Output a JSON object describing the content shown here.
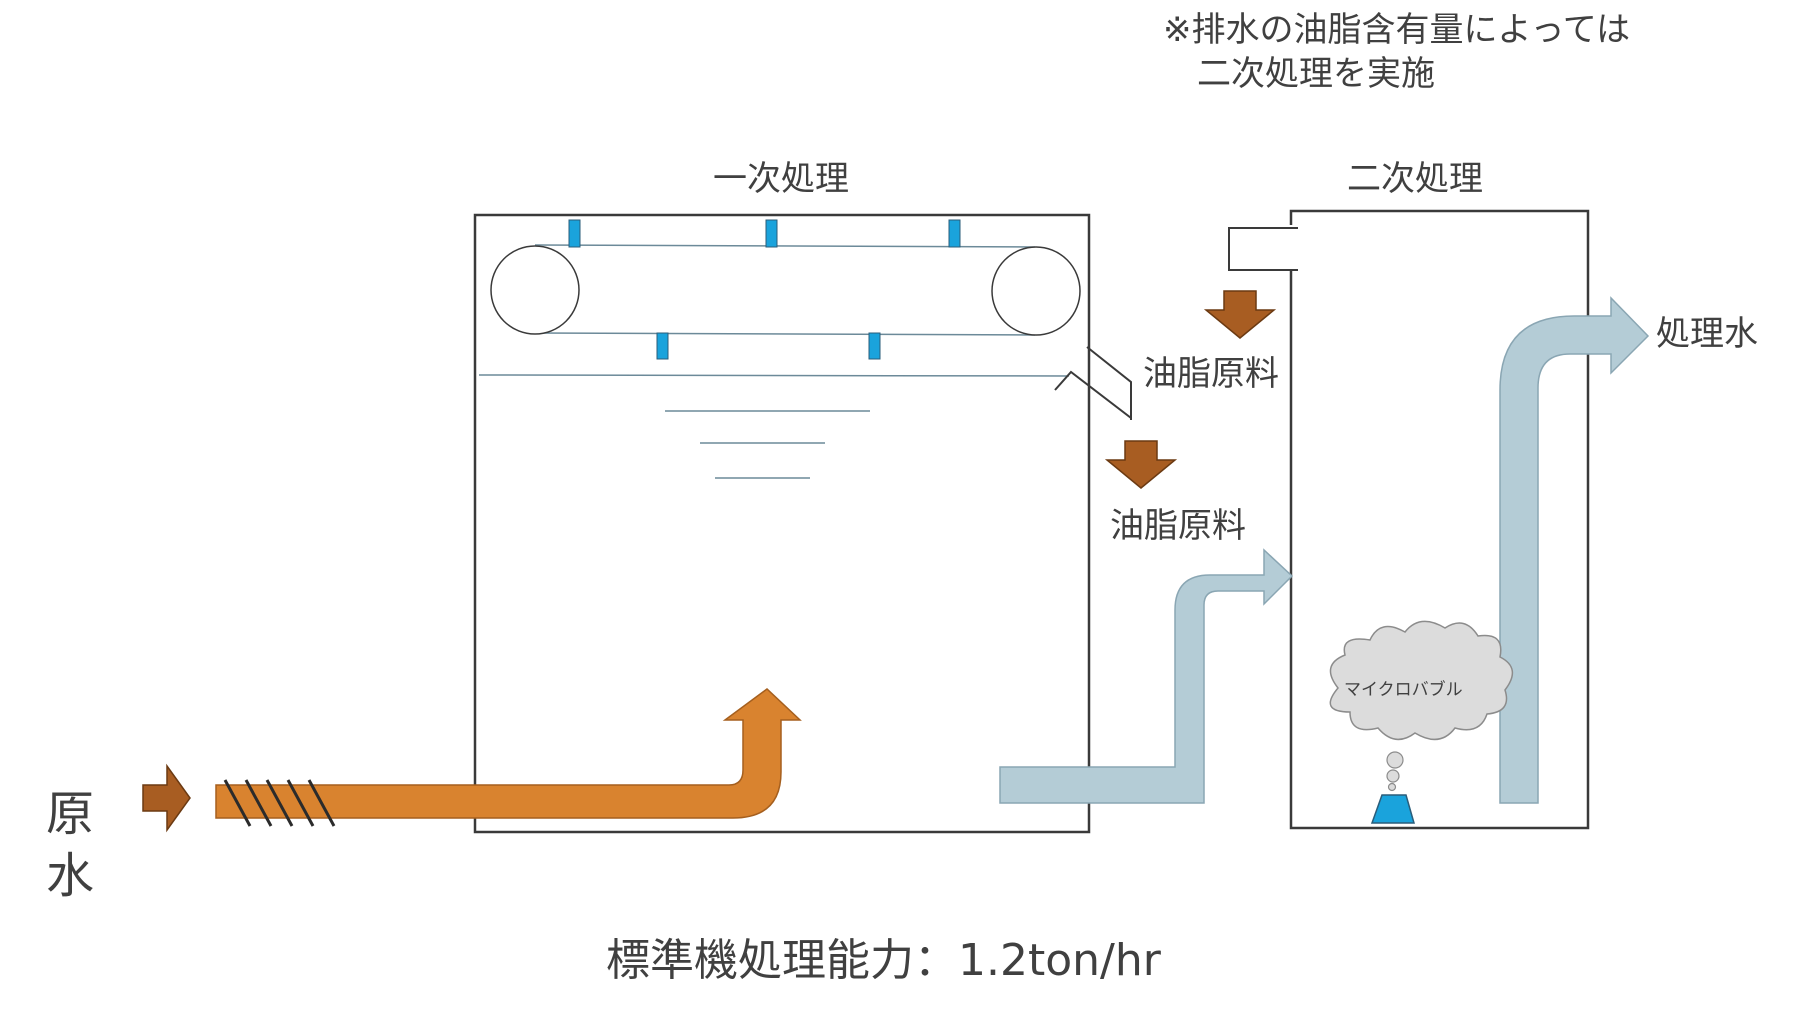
{
  "note": {
    "line1": "※排水の油脂含有量によっては",
    "line2": "二次処理を実施"
  },
  "primary_tank": {
    "title": "一次処理"
  },
  "secondary_tank": {
    "title": "二次処理"
  },
  "outputs": {
    "grease_1": "油脂原料",
    "grease_2": "油脂原料",
    "treated_water": "処理水"
  },
  "inlet": {
    "line1": "原",
    "line2": "水"
  },
  "bubble_label": "マイクロバブル",
  "capacity": "標準機処理能力：1.2ton/hr",
  "colors": {
    "raw_water_pipe": "#d9832f",
    "brown_arrow": "#a85d22",
    "treated_pipe": "#b4ccd6",
    "blue_block": "#1aa3dc",
    "tank_stroke": "#3a3a3a"
  }
}
